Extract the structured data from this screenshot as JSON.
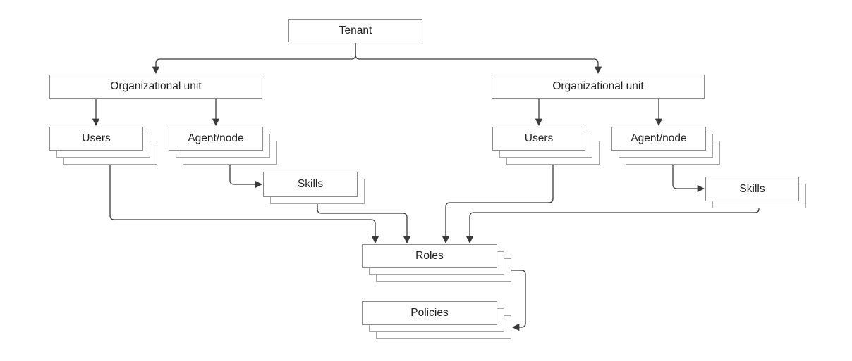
{
  "nodes": {
    "tenant": {
      "label": "Tenant",
      "stacked": false
    },
    "org_unit_left": {
      "label": "Organizational unit",
      "stacked": false
    },
    "users_left": {
      "label": "Users",
      "stacked": true
    },
    "agent_node_left": {
      "label": "Agent/node",
      "stacked": true
    },
    "skills_left": {
      "label": "Skills",
      "stacked": true
    },
    "org_unit_right": {
      "label": "Organizational unit",
      "stacked": false
    },
    "users_right": {
      "label": "Users",
      "stacked": true
    },
    "agent_node_right": {
      "label": "Agent/node",
      "stacked": true
    },
    "skills_right": {
      "label": "Skills",
      "stacked": true
    },
    "roles": {
      "label": "Roles",
      "stacked": true
    },
    "policies": {
      "label": "Policies",
      "stacked": true
    }
  },
  "edges": [
    {
      "from": "tenant",
      "to": "org_unit_left"
    },
    {
      "from": "tenant",
      "to": "org_unit_right"
    },
    {
      "from": "org_unit_left",
      "to": "users_left"
    },
    {
      "from": "org_unit_left",
      "to": "agent_node_left"
    },
    {
      "from": "agent_node_left",
      "to": "skills_left"
    },
    {
      "from": "org_unit_right",
      "to": "users_right"
    },
    {
      "from": "org_unit_right",
      "to": "agent_node_right"
    },
    {
      "from": "agent_node_right",
      "to": "skills_right"
    },
    {
      "from": "users_left",
      "to": "roles"
    },
    {
      "from": "skills_left",
      "to": "roles"
    },
    {
      "from": "users_right",
      "to": "roles"
    },
    {
      "from": "skills_right",
      "to": "roles"
    },
    {
      "from": "roles",
      "to": "policies"
    }
  ],
  "colors": {
    "edge": "#3a3a3a",
    "node-border": "#8c8c8c",
    "stack-border": "#a6a6a6",
    "node-fill": "#ffffff",
    "text": "#1f1f1f",
    "background": "#ffffff"
  }
}
